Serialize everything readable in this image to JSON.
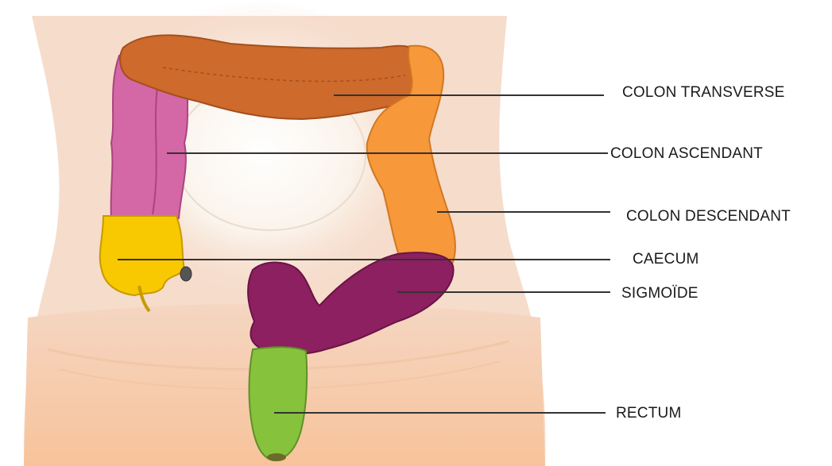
{
  "labels": {
    "colon_transverse": "COLON TRANSVERSE",
    "colon_ascendant": "COLON ASCENDANT",
    "colon_descendant": "COLON DESCENDANT",
    "caecum": "CAECUM",
    "sigmoide": "SIGMOÏDE",
    "rectum": "RECTUM"
  },
  "colors": {
    "body_skin": "#f6dccb",
    "body_light": "#f9eae0",
    "lower_body": "#f7c9a4",
    "transverse": "#cd6a2c",
    "ascendant": "#d467a6",
    "descendant": "#f7983b",
    "caecum": "#f8c800",
    "sigmoide": "#8c2060",
    "rectum": "#86c23b",
    "leader_line": "#333333"
  }
}
